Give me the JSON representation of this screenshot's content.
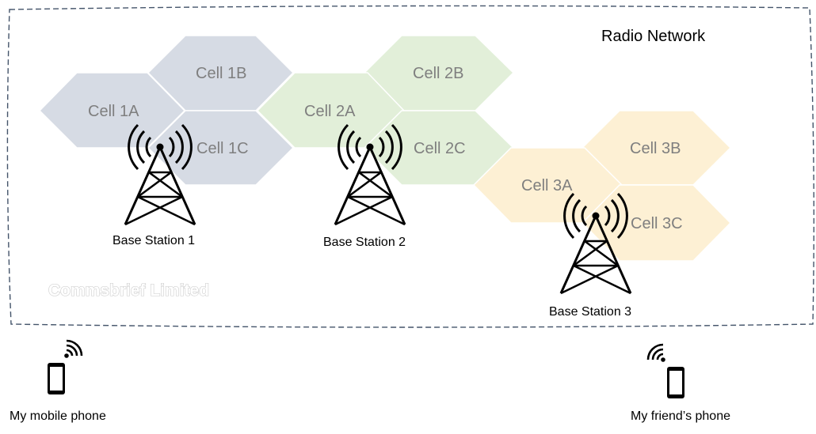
{
  "network": {
    "title": "Radio Network",
    "watermark": "Commsbrief Limited"
  },
  "cells": {
    "c1a": {
      "label": "Cell 1A",
      "color": "#d6dbe4"
    },
    "c1b": {
      "label": "Cell 1B",
      "color": "#d6dbe4"
    },
    "c1c": {
      "label": "Cell 1C",
      "color": "#d6dbe4"
    },
    "c2a": {
      "label": "Cell 2A",
      "color": "#e2efd9"
    },
    "c2b": {
      "label": "Cell 2B",
      "color": "#e2efd9"
    },
    "c2c": {
      "label": "Cell 2C",
      "color": "#e2efd9"
    },
    "c3a": {
      "label": "Cell 3A",
      "color": "#fdf0d4"
    },
    "c3b": {
      "label": "Cell 3B",
      "color": "#fdf0d4"
    },
    "c3c": {
      "label": "Cell 3C",
      "color": "#fdf0d4"
    }
  },
  "stations": {
    "s1": {
      "label": "Base Station 1"
    },
    "s2": {
      "label": "Base Station 2"
    },
    "s3": {
      "label": "Base Station 3"
    }
  },
  "phones": {
    "mine": {
      "label": "My mobile phone"
    },
    "friend": {
      "label": "My friend’s phone"
    }
  },
  "icons": [
    "cell-tower-icon",
    "mobile-phone-icon",
    "wifi-signal-icon"
  ],
  "colors": {
    "boundary": "#44546a",
    "cell_label": "#7f7f7f",
    "tower": "#000000"
  }
}
